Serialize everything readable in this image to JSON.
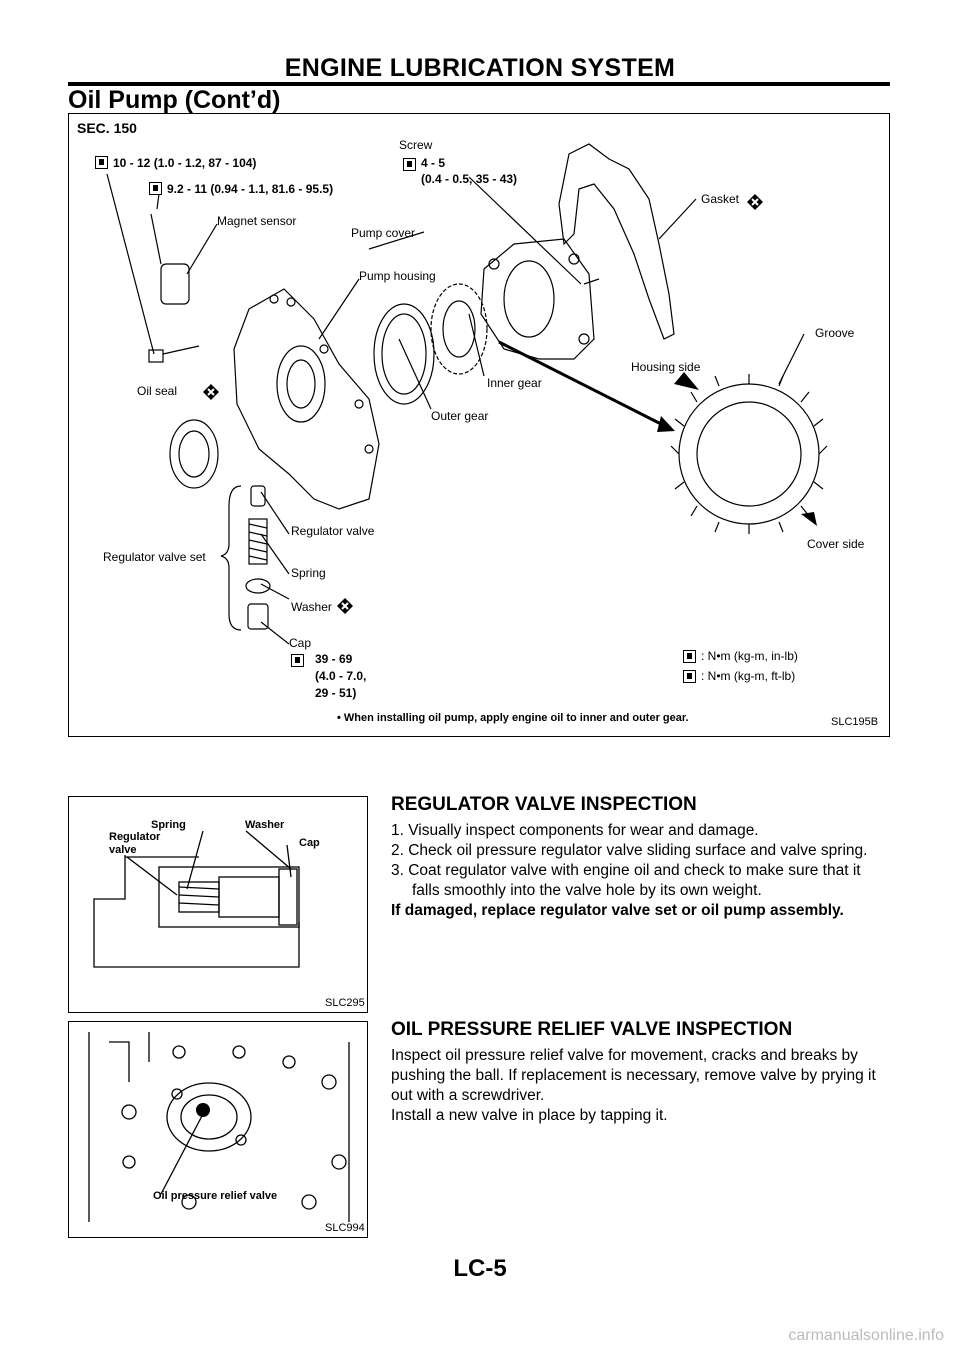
{
  "header": {
    "title": "ENGINE LUBRICATION SYSTEM",
    "subtitle": "Oil Pump (Cont’d)"
  },
  "main_figure": {
    "sec": "SEC. 150",
    "torque1": "10 - 12 (1.0 - 1.2, 87 - 104)",
    "torque2": "9.2 - 11 (0.94 - 1.1, 81.6 - 95.5)",
    "screw_label": "Screw",
    "screw_torque_a": "4 - 5",
    "screw_torque_b": "(0.4 - 0.5, 35 - 43)",
    "gasket": "Gasket",
    "magnet_sensor": "Magnet sensor",
    "pump_cover": "Pump cover",
    "pump_housing": "Pump housing",
    "groove": "Groove",
    "housing_side": "Housing side",
    "oil_seal": "Oil seal",
    "inner_gear": "Inner gear",
    "outer_gear": "Outer gear",
    "regulator_valve": "Regulator valve",
    "regulator_valve_set": "Regulator valve set",
    "spring": "Spring",
    "washer": "Washer",
    "cover_side": "Cover side",
    "cap": "Cap",
    "cap_torque_a": "39 - 69",
    "cap_torque_b": "(4.0 - 7.0,",
    "cap_torque_c": "29 - 51)",
    "legend_nm_inlb": ": N•m (kg-m, in-lb)",
    "legend_nm_ftlb": ": N•m (kg-m, ft-lb)",
    "note": "• When installing oil pump, apply engine oil to inner and outer gear.",
    "code": "SLC195B"
  },
  "regulator_figure": {
    "spring": "Spring",
    "washer": "Washer",
    "regulator_a": "Regulator",
    "regulator_b": "valve",
    "cap": "Cap",
    "code": "SLC295"
  },
  "relief_figure": {
    "label": "Oil pressure relief valve",
    "code": "SLC994"
  },
  "regulator_section": {
    "heading": "REGULATOR VALVE INSPECTION",
    "step1": "1. Visually inspect components for wear and damage.",
    "step2": "2. Check oil pressure regulator valve sliding surface and valve spring.",
    "step3": "3. Coat regulator valve with engine oil and check to make sure that it falls smoothly into the valve hole by its own weight.",
    "note": "If damaged, replace regulator valve set or oil pump assembly."
  },
  "relief_section": {
    "heading": "OIL PRESSURE RELIEF VALVE INSPECTION",
    "body1": "Inspect oil pressure relief valve for movement, cracks and breaks by pushing the ball. If replacement is necessary, remove valve by prying it out with a screwdriver.",
    "body2": "Install a new valve in place by tapping it."
  },
  "footer": {
    "page": "LC-5",
    "watermark": "carmanualsonline.info"
  }
}
